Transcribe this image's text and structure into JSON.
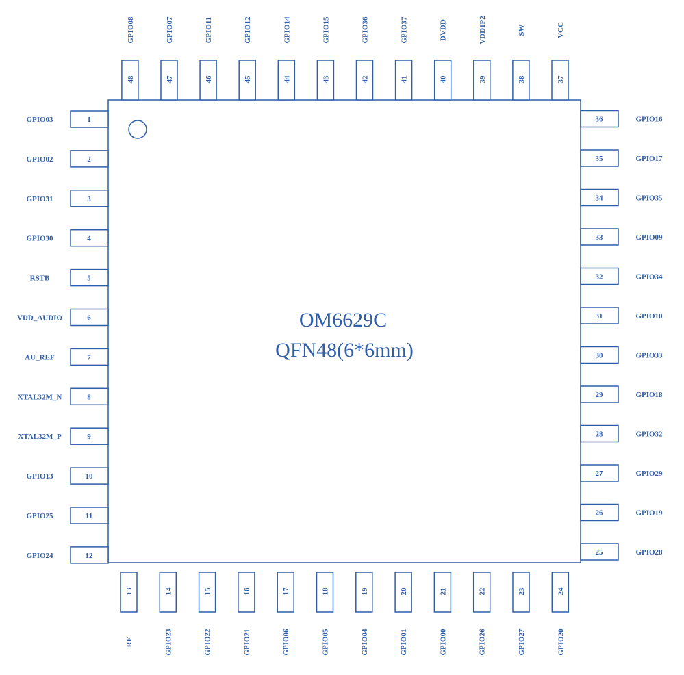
{
  "chip": {
    "part_number": "OM6629C",
    "package": "QFN48(6*6mm)"
  },
  "colors": {
    "line": "#2f5fa8",
    "background": "#ffffff"
  },
  "pins": {
    "left": [
      {
        "num": "1",
        "name": "GPIO03"
      },
      {
        "num": "2",
        "name": "GPIO02"
      },
      {
        "num": "3",
        "name": "GPIO31"
      },
      {
        "num": "4",
        "name": "GPIO30"
      },
      {
        "num": "5",
        "name": "RSTB"
      },
      {
        "num": "6",
        "name": "VDD_AUDIO"
      },
      {
        "num": "7",
        "name": "AU_REF"
      },
      {
        "num": "8",
        "name": "XTAL32M_N"
      },
      {
        "num": "9",
        "name": "XTAL32M_P"
      },
      {
        "num": "10",
        "name": "GPIO13"
      },
      {
        "num": "11",
        "name": "GPIO25"
      },
      {
        "num": "12",
        "name": "GPIO24"
      }
    ],
    "bottom": [
      {
        "num": "13",
        "name": "RF"
      },
      {
        "num": "14",
        "name": "GPIO23"
      },
      {
        "num": "15",
        "name": "GPIO22"
      },
      {
        "num": "16",
        "name": "GPIO21"
      },
      {
        "num": "17",
        "name": "GPIO06"
      },
      {
        "num": "18",
        "name": "GPIO05"
      },
      {
        "num": "19",
        "name": "GPIO04"
      },
      {
        "num": "20",
        "name": "GPIO01"
      },
      {
        "num": "21",
        "name": "GPIO00"
      },
      {
        "num": "22",
        "name": "GPIO26"
      },
      {
        "num": "23",
        "name": "GPIO27"
      },
      {
        "num": "24",
        "name": "GPIO20"
      }
    ],
    "right": [
      {
        "num": "25",
        "name": "GPIO28"
      },
      {
        "num": "26",
        "name": "GPIO19"
      },
      {
        "num": "27",
        "name": "GPIO29"
      },
      {
        "num": "28",
        "name": "GPIO32"
      },
      {
        "num": "29",
        "name": "GPIO18"
      },
      {
        "num": "30",
        "name": "GPIO33"
      },
      {
        "num": "31",
        "name": "GPIO10"
      },
      {
        "num": "32",
        "name": "GPIO34"
      },
      {
        "num": "33",
        "name": "GPIO09"
      },
      {
        "num": "34",
        "name": "GPIO35"
      },
      {
        "num": "35",
        "name": "GPIO17"
      },
      {
        "num": "36",
        "name": "GPIO16"
      }
    ],
    "top": [
      {
        "num": "37",
        "name": "VCC"
      },
      {
        "num": "38",
        "name": "SW"
      },
      {
        "num": "39",
        "name": "VDD1P2"
      },
      {
        "num": "40",
        "name": "DVDD"
      },
      {
        "num": "41",
        "name": "GPIO37"
      },
      {
        "num": "42",
        "name": "GPIO36"
      },
      {
        "num": "43",
        "name": "GPIO15"
      },
      {
        "num": "44",
        "name": "GPIO14"
      },
      {
        "num": "45",
        "name": "GPIO12"
      },
      {
        "num": "46",
        "name": "GPIO11"
      },
      {
        "num": "47",
        "name": "GPIO07"
      },
      {
        "num": "48",
        "name": "GPIO08"
      }
    ]
  }
}
